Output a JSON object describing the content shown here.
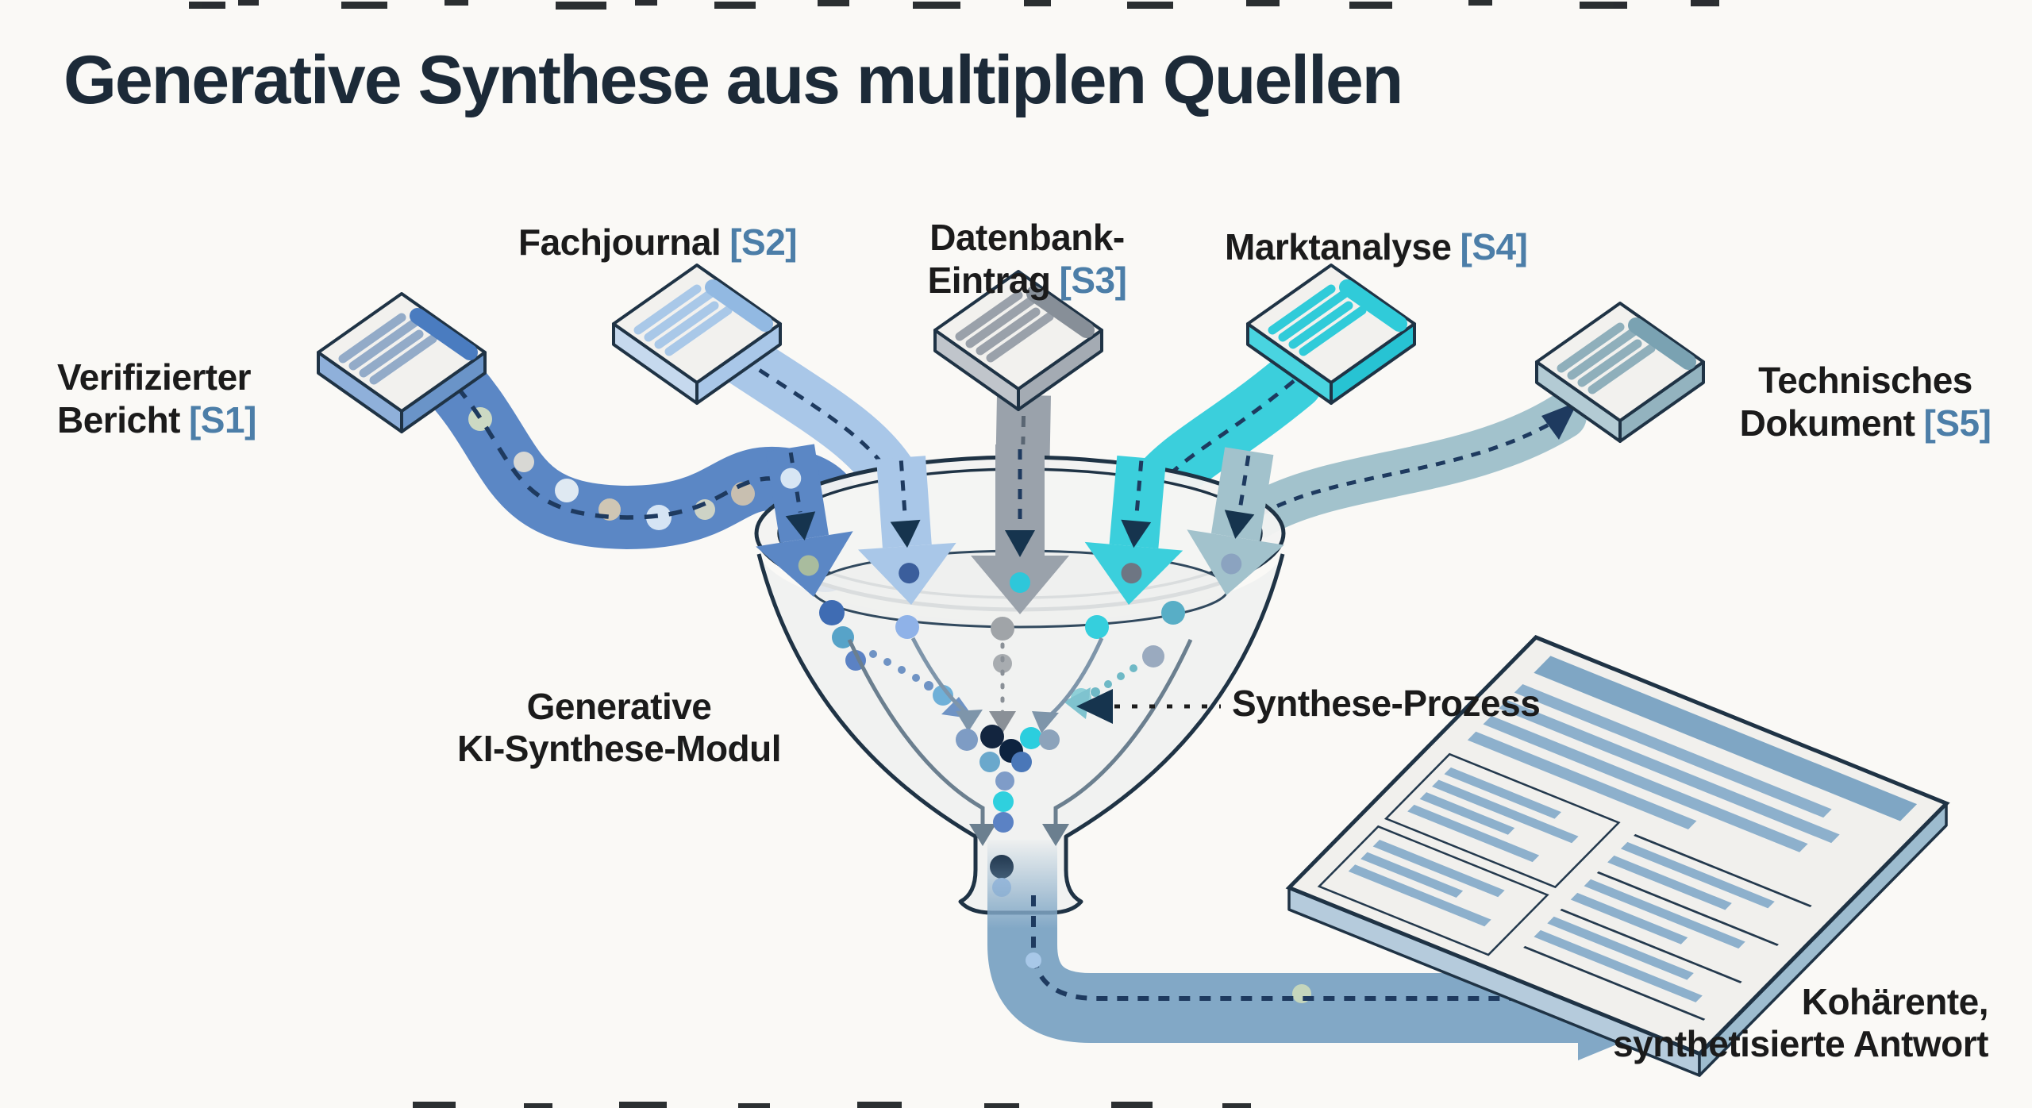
{
  "title": "Generative Synthese aus multiplen Quellen",
  "sources": [
    {
      "id": "S1",
      "text": "Verifizierter\nBericht",
      "ref": "[S1]"
    },
    {
      "id": "S2",
      "text": "Fachjournal",
      "ref": "[S2]"
    },
    {
      "id": "S3",
      "text": "Datenbank-\nEintrag",
      "ref": "[S3]"
    },
    {
      "id": "S4",
      "text": "Marktanalyse",
      "ref": "[S4]"
    },
    {
      "id": "S5",
      "text": "Technisches\nDokument",
      "ref": "[S5]"
    }
  ],
  "funnel": {
    "label": "Generative\nKI-Synthese-Modul"
  },
  "process": {
    "label": "Synthese-Prozess"
  },
  "output": {
    "label": "Kohärente,\nsynthetisierte Antwort"
  },
  "colors": {
    "s1": "#5b87c5",
    "s2": "#a9c7e8",
    "s3": "#9aa2ab",
    "s4": "#3bcfdc",
    "s5": "#a2c2cc",
    "ref": "#4c7ea8",
    "ink": "#1f3345",
    "flowline": "#1e3a5f",
    "band": "#82a8c6",
    "docbar": "#7fa6c4",
    "title_ink": "#1c2a38",
    "bg": "#faf9f6"
  }
}
